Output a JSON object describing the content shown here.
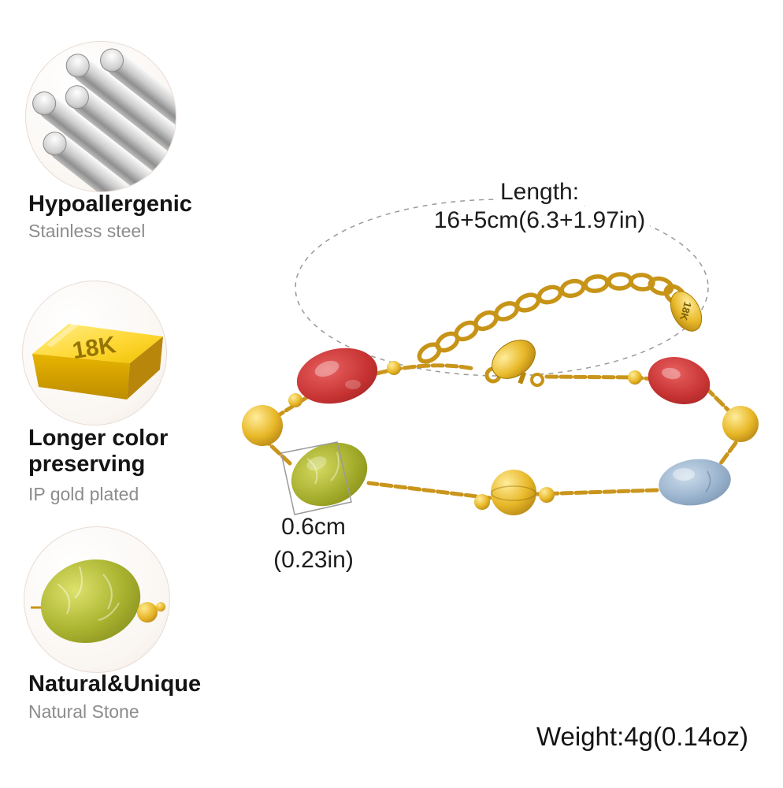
{
  "callouts": [
    {
      "id": "hypoallergenic",
      "title": "Hypoallergenic",
      "subtitle": "Stainless steel",
      "icon": "steel-rods-icon"
    },
    {
      "id": "color-preserving",
      "title": "Longer color preserving",
      "subtitle": "IP gold plated",
      "icon": "gold-bar-icon",
      "bar_label": "18K"
    },
    {
      "id": "natural-unique",
      "title": "Natural&Unique",
      "subtitle": "Natural Stone",
      "icon": "green-stone-icon"
    }
  ],
  "annotations": {
    "length_label": "Length:",
    "length_value": "16+5cm(6.3+1.97in)",
    "stone_size_value": "0.6cm",
    "stone_size_value2": "(0.23in)",
    "weight": "Weight:4g(0.14oz)",
    "tag_label": "18K"
  },
  "colors": {
    "gold": "#c79418",
    "gold_light": "#f4d04e",
    "red_stone": "#c03030",
    "green_stone": "#9aa326",
    "blue_stone": "#8fa9c4",
    "steel": "#b5b5b5",
    "text_gray": "#8c8c8c"
  }
}
